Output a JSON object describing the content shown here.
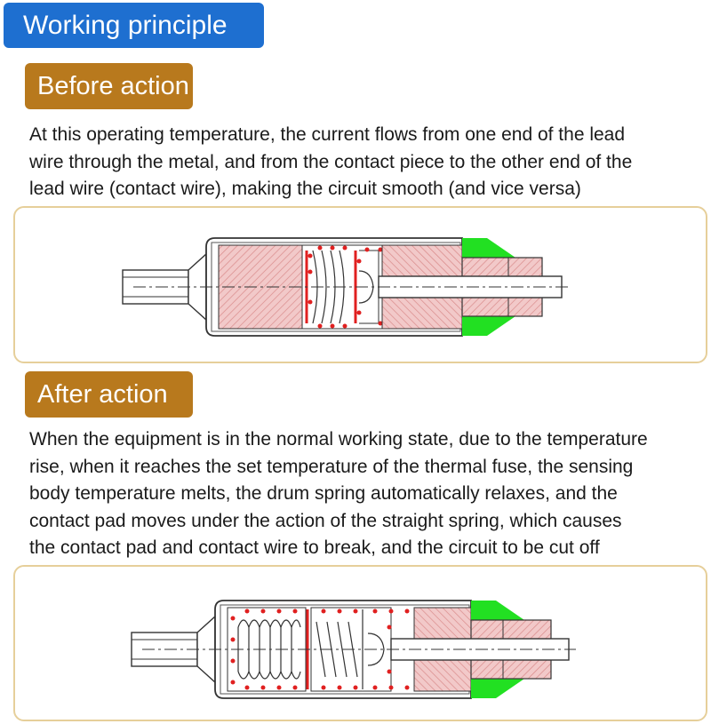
{
  "title": "Working principle",
  "before": {
    "heading": "Before action",
    "lines": [
      "At this operating temperature, the current flows from one end of the lead",
      "wire through the metal, and from the contact piece to the other end of the",
      "lead wire (contact wire), making the circuit smooth (and vice versa)"
    ]
  },
  "after": {
    "heading": "After action",
    "lines": [
      "When the equipment is in the normal working state, due to the temperature",
      "rise, when it reaches the set temperature of the thermal fuse, the sensing",
      "body temperature melts, the drum spring automatically relaxes, and the",
      "contact pad moves under the action of the straight spring, which causes",
      "the contact pad and contact wire to break, and the circuit to be cut off"
    ]
  },
  "colors": {
    "title_bg": "#1e6fd0",
    "section_bg": "#b8791d",
    "frame_border": "#e6cf9a",
    "hatch_fill": "#f2c9c9",
    "hatch_line": "#d98a8a",
    "red": "#e02020",
    "green": "#22e022"
  }
}
